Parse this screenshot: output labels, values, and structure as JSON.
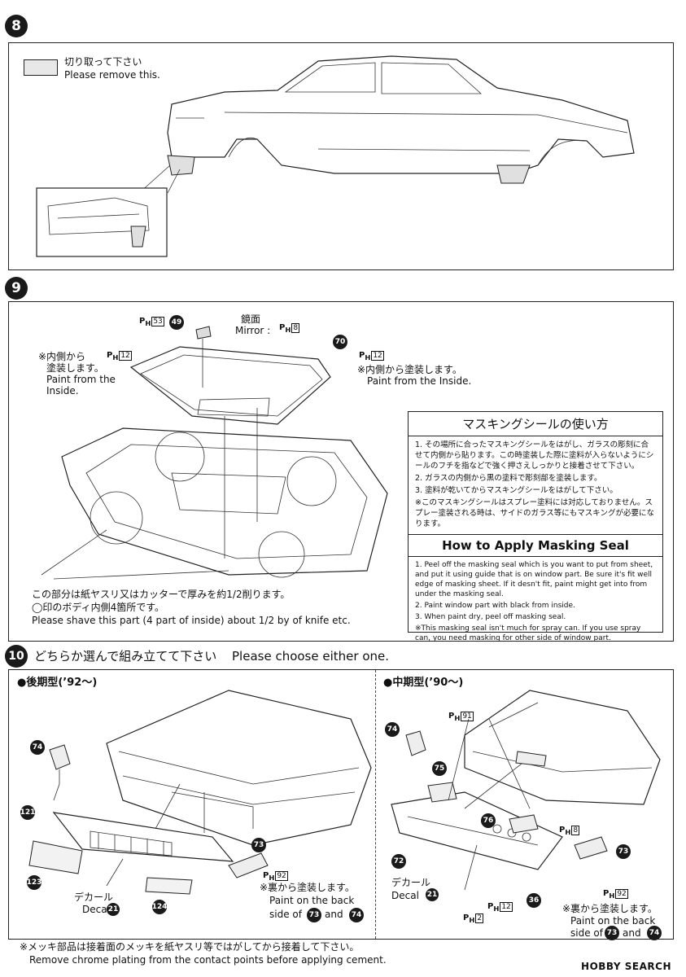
{
  "step8": {
    "number": "8",
    "remove_ja": "切り取って下さい",
    "remove_en": "Please remove this."
  },
  "step9": {
    "number": "9",
    "ph53": "53",
    "part49": "49",
    "mirror_ja": "鏡面",
    "mirror_en": "Mirror :",
    "ph8": "8",
    "part70": "70",
    "ph12a": "12",
    "ph12b": "12",
    "left_note_ja1": "※内側から",
    "left_note_ja2": "塗装します。",
    "left_note_en1": "Paint from the",
    "left_note_en2": "Inside.",
    "right_note_ja": "※内側から塗装します。",
    "right_note_en": "Paint from the Inside.",
    "shave_ja1": "この部分は紙ヤスリ又はカッターで厚みを約1/2削ります。",
    "shave_ja2": "◯印のボディ内側4箇所です。",
    "shave_en": "Please shave this part (4 part of inside) about 1/2 by of knife etc.",
    "masking": {
      "title_ja": "マスキングシールの使い方",
      "items_ja": [
        "1. その場所に合ったマスキングシールをはがし、ガラスの彫刻に合せて内側から貼ります。この時塗装した際に塗料が入らないようにシールのフチを指などで強く押さえしっかりと接着させて下さい。",
        "2. ガラスの内側から黒の塗料で彫刻部を塗装します。",
        "3. 塗料が乾いてからマスキングシールをはがして下さい。",
        "※このマスキングシールはスプレー塗料には対応しておりません。スプレー塗装される時は、サイドのガラス等にもマスキングが必要になります。"
      ],
      "title_en": "How to Apply Masking Seal",
      "items_en": [
        "1. Peel off the masking seal which is you want to put from sheet, and put it using guide that is on window part. Be sure it's fit well edge of masking sheet. If it desn't fit, paint might get into from under the masking seal.",
        "2. Paint window part with black from inside.",
        "3. When paint dry, peel off masking seal.",
        "※This masking seal isn't much for spray can. If you use spray can, you need masking for other side of window part."
      ]
    }
  },
  "step10": {
    "number": "10",
    "heading_ja": "どちらか選んで組み立てて下さい",
    "heading_en": "Please choose either one.",
    "left": {
      "label": "●後期型(’92〜)",
      "p74": "74",
      "p121": "121",
      "p123": "123",
      "p124": "124",
      "p73": "73",
      "ph92": "92",
      "decal_ja": "デカール",
      "decal_en": "Decal",
      "decal_num": "21",
      "note_ja": "※裏から塗装します。",
      "note_en1": "Paint on the back",
      "note_en2": "side of",
      "note_and": "and",
      "n73": "73",
      "n74": "74"
    },
    "right": {
      "label": "●中期型(’90〜)",
      "ph91": "91",
      "p74": "74",
      "p75": "75",
      "p76": "76",
      "ph8": "8",
      "p73": "73",
      "p72": "72",
      "p36": "36",
      "ph92": "92",
      "ph12": "12",
      "ph2": "2",
      "decal_ja": "デカール",
      "decal_en": "Decal",
      "decal_num": "21",
      "note_ja": "※裏から塗装します。",
      "note_en1": "Paint on the back",
      "note_en2": "side of",
      "note_and": "and",
      "n73": "73",
      "n74": "74"
    },
    "chrome_ja": "※メッキ部品は接着面のメッキを紙ヤスリ等ではがしてから接着して下さい。",
    "chrome_en": "Remove chrome plating from the contact points before applying cement."
  },
  "footer": {
    "logo": "HOBBY SEARCH"
  }
}
